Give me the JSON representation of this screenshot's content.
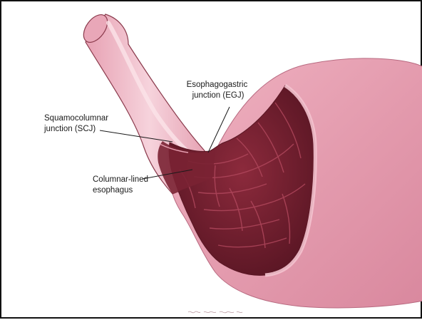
{
  "labels": {
    "egj": {
      "line1": "Esophagogastric",
      "line2": "junction (EGJ)"
    },
    "scj": {
      "line1": "Squamocolumnar",
      "line2": "junction (SCJ)"
    },
    "cle": {
      "line1": "Columnar-lined",
      "line2": "esophagus"
    }
  },
  "colors": {
    "tissue": "#e8a4b4",
    "tissue_dark": "#c97c90",
    "mucosa": "#6e1f2e",
    "mucosa_light": "#9a3446",
    "tube_lining": "#f3c9d3",
    "outline": "#8a3a4c"
  },
  "icons": [
    "artist-signature"
  ]
}
